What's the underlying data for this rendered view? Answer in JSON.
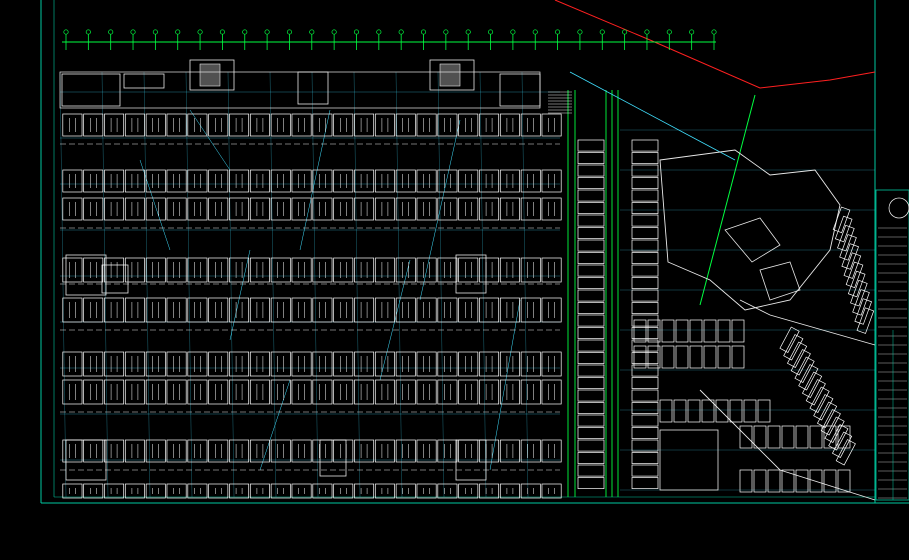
{
  "colors": {
    "background": "#000000",
    "frame": "#00c8a0",
    "axis": "#00ff40",
    "structure": "#e8e8e8",
    "grid": "#40e0ff",
    "boundary": "#ff2020",
    "stall": "#ffffff"
  },
  "drawing": {
    "rows": [
      {
        "stalls": 24,
        "band": "top"
      },
      {
        "stalls": 24,
        "band": "upper"
      },
      {
        "stalls": 24,
        "band": "upper"
      },
      {
        "stalls": 24,
        "band": "middle"
      },
      {
        "stalls": 24,
        "band": "middle"
      },
      {
        "stalls": 24,
        "band": "lower"
      },
      {
        "stalls": 24,
        "band": "lower"
      },
      {
        "stalls": 24,
        "band": "bottom"
      },
      {
        "stalls": 24,
        "band": "bottom"
      }
    ],
    "vertical_stalls": 28,
    "right_block_stalls": 12,
    "diagonal_stalls": 16,
    "axis_marks": 30
  }
}
